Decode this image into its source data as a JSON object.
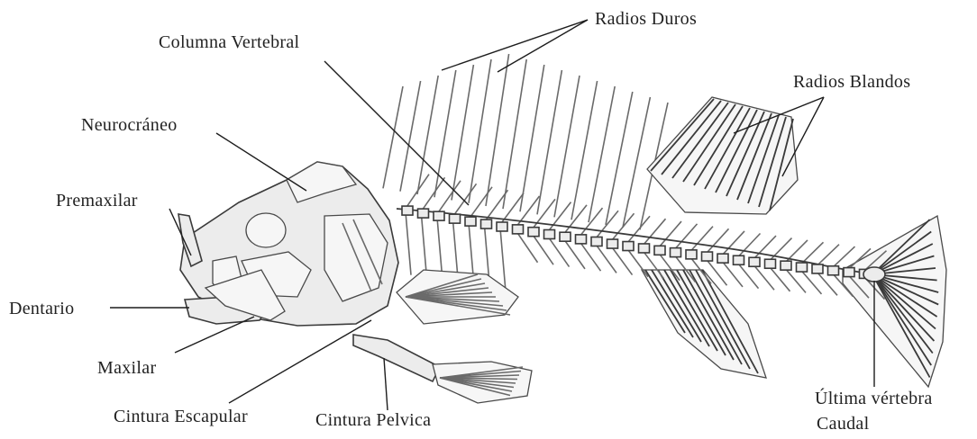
{
  "labels": {
    "radios_duros": "Radios Duros",
    "columna_vertebral": "Columna Vertebral",
    "radios_blandos": "Radios Blandos",
    "neurocraneo": "Neurocráneo",
    "premaxilar": "Premaxilar",
    "dentario": "Dentario",
    "maxilar": "Maxilar",
    "cintura_escapular": "Cintura Escapular",
    "cintura_pelvica": "Cintura Pelvica",
    "ultima_vertebra_1": "Última vértebra",
    "ultima_vertebra_2": "Caudal"
  }
}
